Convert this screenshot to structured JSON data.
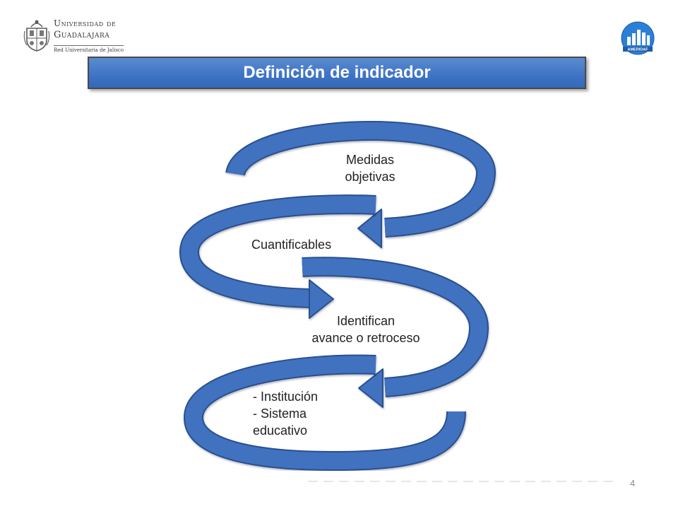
{
  "header": {
    "university_logo": {
      "line1": "Universidad de",
      "line2": "Guadalajara",
      "line3": "Red Universitaria de Jalisco"
    },
    "partner_logo": {
      "name": "AMERIDAF"
    }
  },
  "title": "Definición de indicador",
  "diagram": {
    "steps": [
      {
        "lines": [
          "Medidas",
          "objetivas"
        ]
      },
      {
        "lines": [
          "Cuantificables"
        ]
      },
      {
        "lines": [
          "Identifican",
          "avance o retroceso"
        ]
      },
      {
        "lines": [
          "- Institución",
          "- Sistema",
          "educativo"
        ]
      }
    ],
    "arrow_color": "#3f72c0",
    "arrow_stroke": "#2a5090"
  },
  "footer": {
    "page_number": "4"
  },
  "colors": {
    "title_bar": "#4a7fca",
    "title_text": "#ffffff",
    "label_text": "#222222"
  }
}
